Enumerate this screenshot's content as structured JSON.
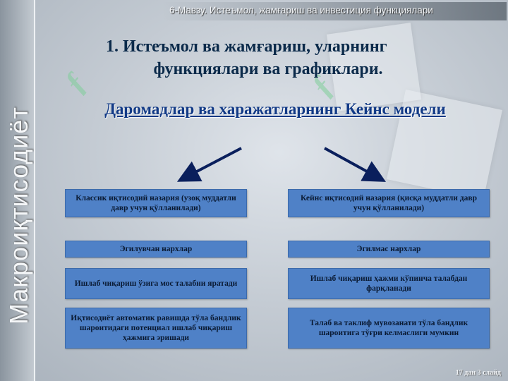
{
  "header": {
    "text": "6-Мавзу. Истеъмол, жамғариш ва инвестиция функциялари"
  },
  "sidebar": {
    "text": "Макроиқтисодиёт"
  },
  "title": {
    "line1": "1. Истеъмол ва жамғариш, уларнинг",
    "line2": "функциялари ва графиклари."
  },
  "subtitle": "Даромадлар ва харажатларнинг Кейнс модели",
  "left_column": [
    "Классик иқтисодий назария (узоқ муддатли давр учун қўлланилади)",
    "Эгилувчан нархлар",
    "Ишлаб чиқариш ўзига мос талабни яратади",
    "Иқтисодиёт автоматик равишда тўла бандлик шароитидаги потенциал ишлаб чиқариш ҳажмига эришади"
  ],
  "right_column": [
    "Кейнс иқтисодий назария  (қисқа муддатли давр учун қўлланилади)",
    "Эгилмас нархлар",
    "Ишлаб чиқариш ҳажми кўпинча талабдан фарқланади",
    "Талаб ва таклиф мувозанати тўла бандлик шароитига тўғри келмаслиги мумкин"
  ],
  "footer": "17 дан 3 слайд",
  "colors": {
    "box_fill": "#4f81c7",
    "arrow": "#0a1f5c",
    "title": "#0b2a4a",
    "subtitle": "#123a86"
  }
}
